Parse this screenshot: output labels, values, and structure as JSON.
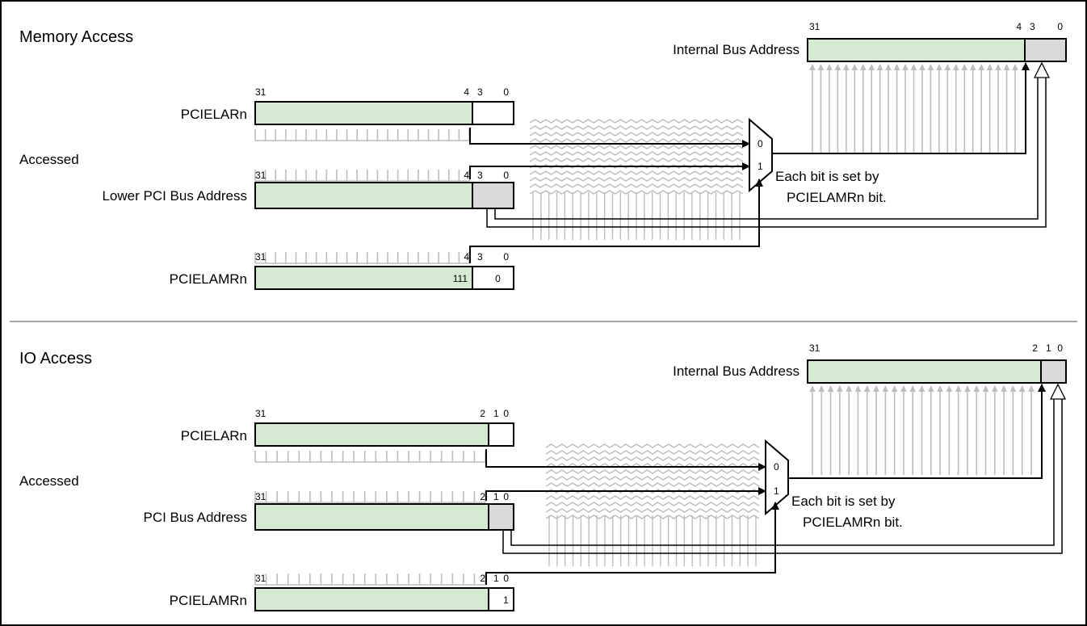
{
  "sections": [
    {
      "title": "Memory Access",
      "accessed_label": "Accessed",
      "mux_note": [
        "Each bit is set by",
        "PCIELAMRn bit."
      ],
      "mux_inputs": [
        "0",
        "1"
      ],
      "internal": {
        "label": "Internal Bus Address",
        "bits": [
          "31",
          "4",
          "3",
          "0"
        ]
      },
      "pcielar": {
        "label": "PCIELARn",
        "bits": [
          "31",
          "4",
          "3",
          "0"
        ]
      },
      "pci_addr": {
        "label": "Lower PCI Bus Address",
        "bits": [
          "31",
          "4",
          "3",
          "0"
        ]
      },
      "pcielamr": {
        "label": "PCIELAMRn",
        "bits": [
          "31",
          "4",
          "3",
          "0"
        ],
        "upper_value": "111",
        "lower_value": "0"
      }
    },
    {
      "title": "IO Access",
      "accessed_label": "Accessed",
      "mux_note": [
        "Each bit is set by",
        "PCIELAMRn bit."
      ],
      "mux_inputs": [
        "0",
        "1"
      ],
      "internal": {
        "label": "Internal Bus Address",
        "bits": [
          "31",
          "2",
          "1",
          "0"
        ]
      },
      "pcielar": {
        "label": "PCIELARn",
        "bits": [
          "31",
          "2",
          "1",
          "0"
        ]
      },
      "pci_addr": {
        "label": "PCI Bus Address",
        "bits": [
          "31",
          "2",
          "1",
          "0"
        ]
      },
      "pcielamr": {
        "label": "PCIELAMRn",
        "bits": [
          "31",
          "2",
          "1",
          "0"
        ],
        "upper_value": "",
        "lower_value": "1"
      }
    }
  ],
  "colors": {
    "register_fill": "#d5ebd1",
    "masked_fill": "#d9d9d9",
    "ghost_line": "#bdbdbd",
    "divider": "#a6a6a6"
  }
}
